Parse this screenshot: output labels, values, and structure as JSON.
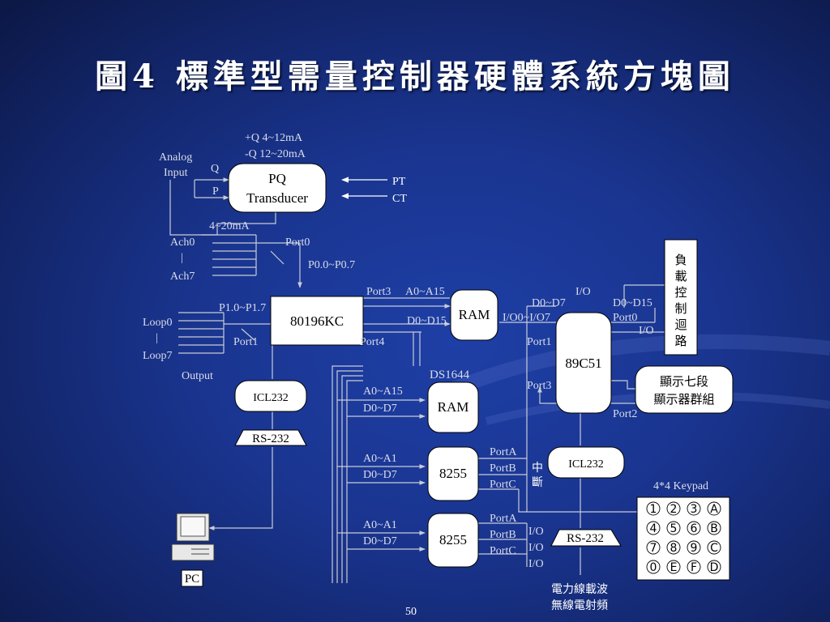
{
  "title": "圖4 標準型需量控制器硬體系統方塊圖",
  "page_number": "50",
  "blocks": {
    "pq_transducer": [
      "PQ",
      "Transducer"
    ],
    "cpu": "80196KC",
    "ram1": "RAM",
    "ram2": "RAM",
    "ppi1": "8255",
    "ppi2": "8255",
    "mcu": "89C51",
    "icl232_left": "ICL232",
    "icl232_right": "ICL232",
    "rs232_left": "RS-232",
    "rs232_right": "RS-232",
    "pc": "PC",
    "load_control": [
      "負",
      "載",
      "控",
      "制",
      "迴",
      "路"
    ],
    "seven_seg": [
      "顯示七段",
      "顯示器群組"
    ]
  },
  "labels": {
    "q_range": "+Q  4~12mA",
    "neg_q_range": "-Q 12~20mA",
    "analog_input_1": "Analog",
    "analog_input_2": "Input",
    "q": "Q",
    "p": "P",
    "pt": "PT",
    "ct": "CT",
    "ma_range": "4~20mA",
    "ach0": "Ach0",
    "ach_sep": "|",
    "ach7": "Ach7",
    "port0_cpu": "Port0",
    "p00_p07": "P0.0~P0.7",
    "loop0": "Loop0",
    "loop_sep": "|",
    "loop7": "Loop7",
    "p10_p17": "P1.0~P1.7",
    "port1_cpu": "Port1",
    "output": "Output",
    "port3_cpu": "Port3",
    "port4_cpu": "Port4",
    "a0_a15_top": "A0~A15",
    "d0_d15_top": "D0~D15",
    "ds1644": "DS1644",
    "a0_a15_ram2": "A0~A15",
    "d0_d7_ram2": "D0~D7",
    "a0_a1_ppi1": "A0~A1",
    "d0_d7_ppi1": "D0~D7",
    "a0_a1_ppi2": "A0~A1",
    "d0_d7_ppi2": "D0~D7",
    "io0_io7": "I/O0~I/O7",
    "d0_d7_mcu": "D0~D7",
    "io_top": "I/O",
    "d0_d15_right": "D0~D15",
    "port0_mcu": "Port0",
    "io_right": "I/O",
    "port1_mcu": "Port1",
    "port3_mcu": "Port3",
    "port2_mcu": "Port2",
    "porta_1": "PortA",
    "portb_1": "PortB",
    "portc_1": "PortC",
    "interrupt_1": "中",
    "interrupt_2": "斷",
    "porta_2": "PortA",
    "portb_2": "PortB",
    "portc_2": "PortC",
    "io_a": "I/O",
    "io_b": "I/O",
    "io_c": "I/O",
    "keypad_title": "4*4 Keypad",
    "plc_1": "電力線載波",
    "plc_2": "無線電射頻"
  },
  "keypad": {
    "rows": [
      [
        "1",
        "2",
        "3",
        "A"
      ],
      [
        "4",
        "5",
        "6",
        "B"
      ],
      [
        "7",
        "8",
        "9",
        "C"
      ],
      [
        "0",
        "E",
        "F",
        "D"
      ]
    ]
  }
}
